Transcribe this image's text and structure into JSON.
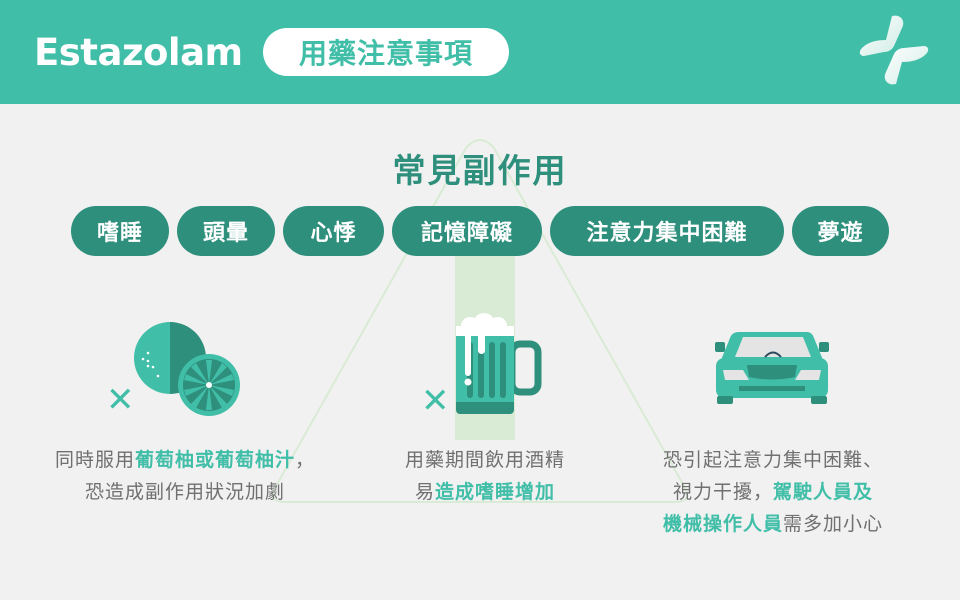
{
  "header": {
    "drug_name": "Estazolam",
    "subtitle": "用藥注意事項",
    "logo_icon": "medical-cross-logo-icon",
    "background_color": "#41bea8"
  },
  "side_effects": {
    "title": "常見副作用",
    "tags": [
      {
        "label": "嗜睡"
      },
      {
        "label": "頭暈"
      },
      {
        "label": "心悸"
      },
      {
        "label": "記憶障礙"
      },
      {
        "label": "注意力集中困難"
      },
      {
        "label": "夢遊"
      }
    ],
    "tag_color": "#2e8f7c"
  },
  "cautions": [
    {
      "icon": "grapefruit-icon",
      "prohibit_mark": "✕",
      "line1_prefix": "同時服用",
      "line1_highlight": "葡萄柚或葡萄柚汁",
      "line1_suffix": "，",
      "line2": "恐造成副作用狀況加劇"
    },
    {
      "icon": "beer-mug-icon",
      "prohibit_mark": "✕",
      "line1": "用藥期間飲用酒精",
      "line2_prefix": "易",
      "line2_highlight": "造成嗜睡增加"
    },
    {
      "icon": "car-icon",
      "line1": "恐引起注意力集中困難、",
      "line2_prefix": "視力干擾，",
      "line2_highlight": "駕駛人員及",
      "line3_highlight": "機械操作人員",
      "line3_suffix": "需多加小心"
    }
  ],
  "colors": {
    "accent": "#41bea8",
    "dark_accent": "#2e8f7c",
    "text_gray": "#707070",
    "background": "#f1f1f1",
    "triangle_outline": "#d9ebd5"
  }
}
